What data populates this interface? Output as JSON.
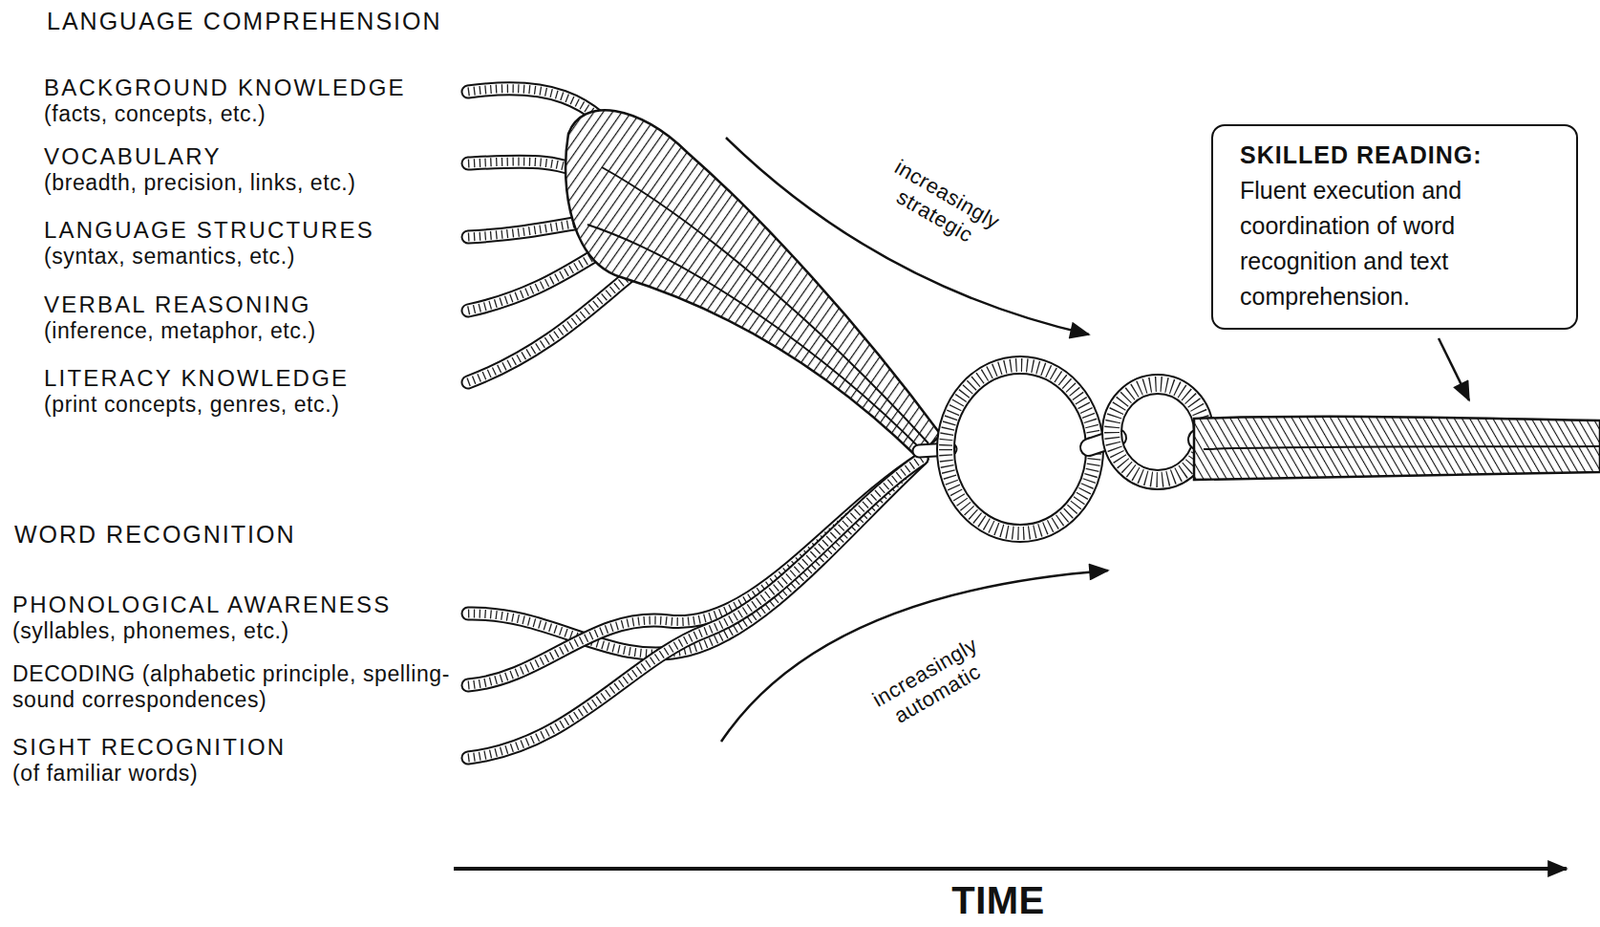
{
  "diagram": {
    "nodes": [
      {
        "text": [
          "SKILLED READING:",
          "Fluent execution and coordination of word recognition and text comprehension."
        ]
      }
    ],
    "labels": [
      "LANGUAGE COMPREHENSION",
      "BACKGROUND KNOWLEDGE",
      "(facts, concepts, etc.)",
      "VOCABULARY",
      "(breadth, precision, links, etc.)",
      "LANGUAGE STRUCTURES",
      "(syntax, semantics, etc.)",
      "VERBAL REASONING",
      "(inference, metaphor, etc.)",
      "LITERACY KNOWLEDGE",
      "(print concepts, genres, etc.)",
      "WORD RECOGNITION",
      "PHONOLOGICAL AWARENESS",
      "(syllables, phonemes, etc.)",
      "DECODING (alphabetic principle, spelling-sound correspondences)",
      "SIGHT RECOGNITION",
      "(of familiar words)",
      "increasingly strategic",
      "increasingly automatic",
      "TIME"
    ]
  }
}
